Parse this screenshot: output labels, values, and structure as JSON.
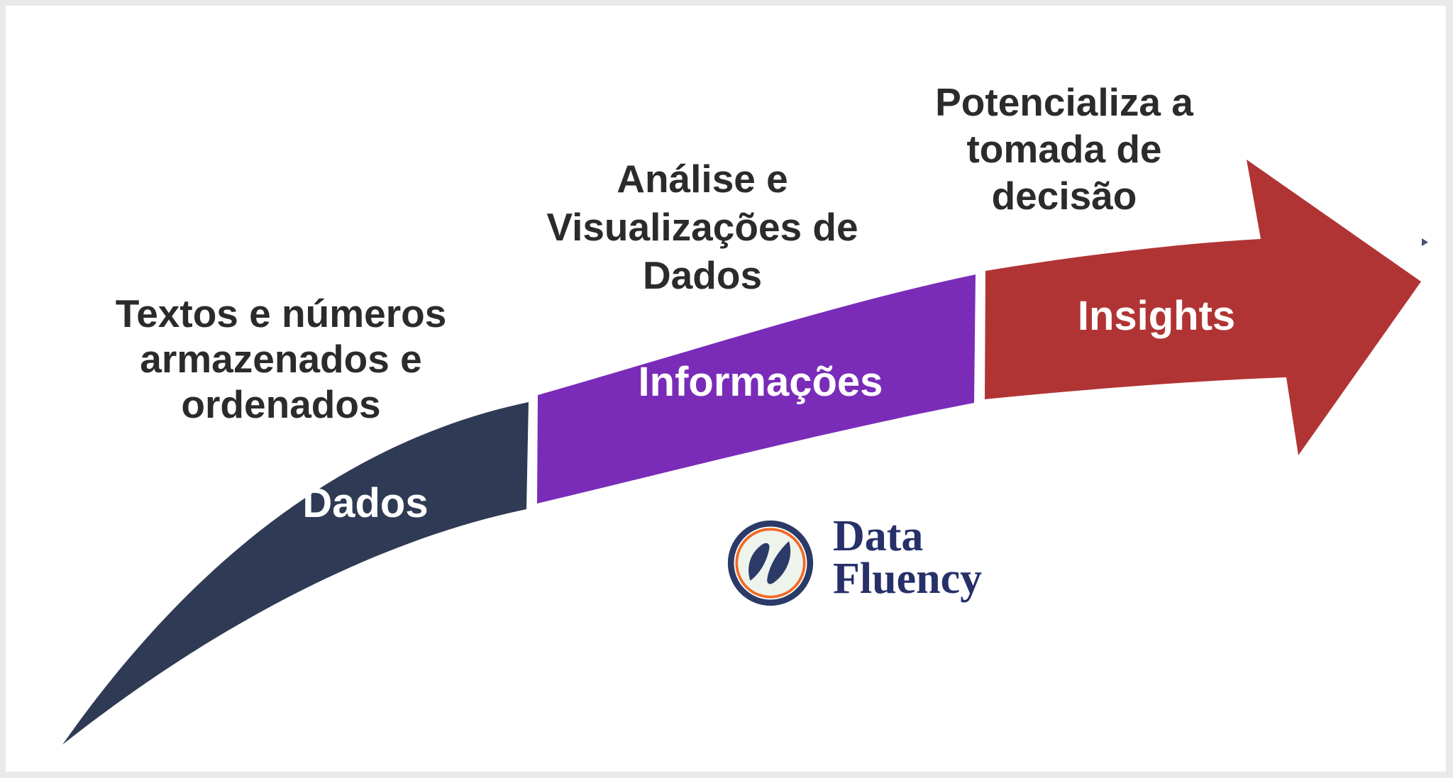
{
  "canvas": {
    "background": "#ffffff",
    "frame_color": "#e9e9e9"
  },
  "diagram": {
    "annotation_color": "#2b2b2b",
    "label_color": "#ffffff",
    "stages": [
      {
        "label": "Dados",
        "annotation": "Textos e números\narmazenados e\nordenados",
        "color": "#2f3a54"
      },
      {
        "label": "Informações",
        "annotation": "Análise e\nVisualizações de\nDados",
        "color": "#7a2cb8"
      },
      {
        "label": "Insights",
        "annotation": "Potencializa a\ntomada de\ndecisão",
        "color": "#b13434"
      }
    ],
    "decor": {
      "small_arrow_glyph_color": "#44546f"
    }
  },
  "logo": {
    "line1": "Data",
    "line2": "Fluency",
    "text": "Data\nFluency",
    "text_color": "#263069",
    "ring_color": "#2c3a67",
    "accent_color": "#f26722",
    "icon_fill": "#eef3ec",
    "mark_color": "#2c3a67"
  }
}
